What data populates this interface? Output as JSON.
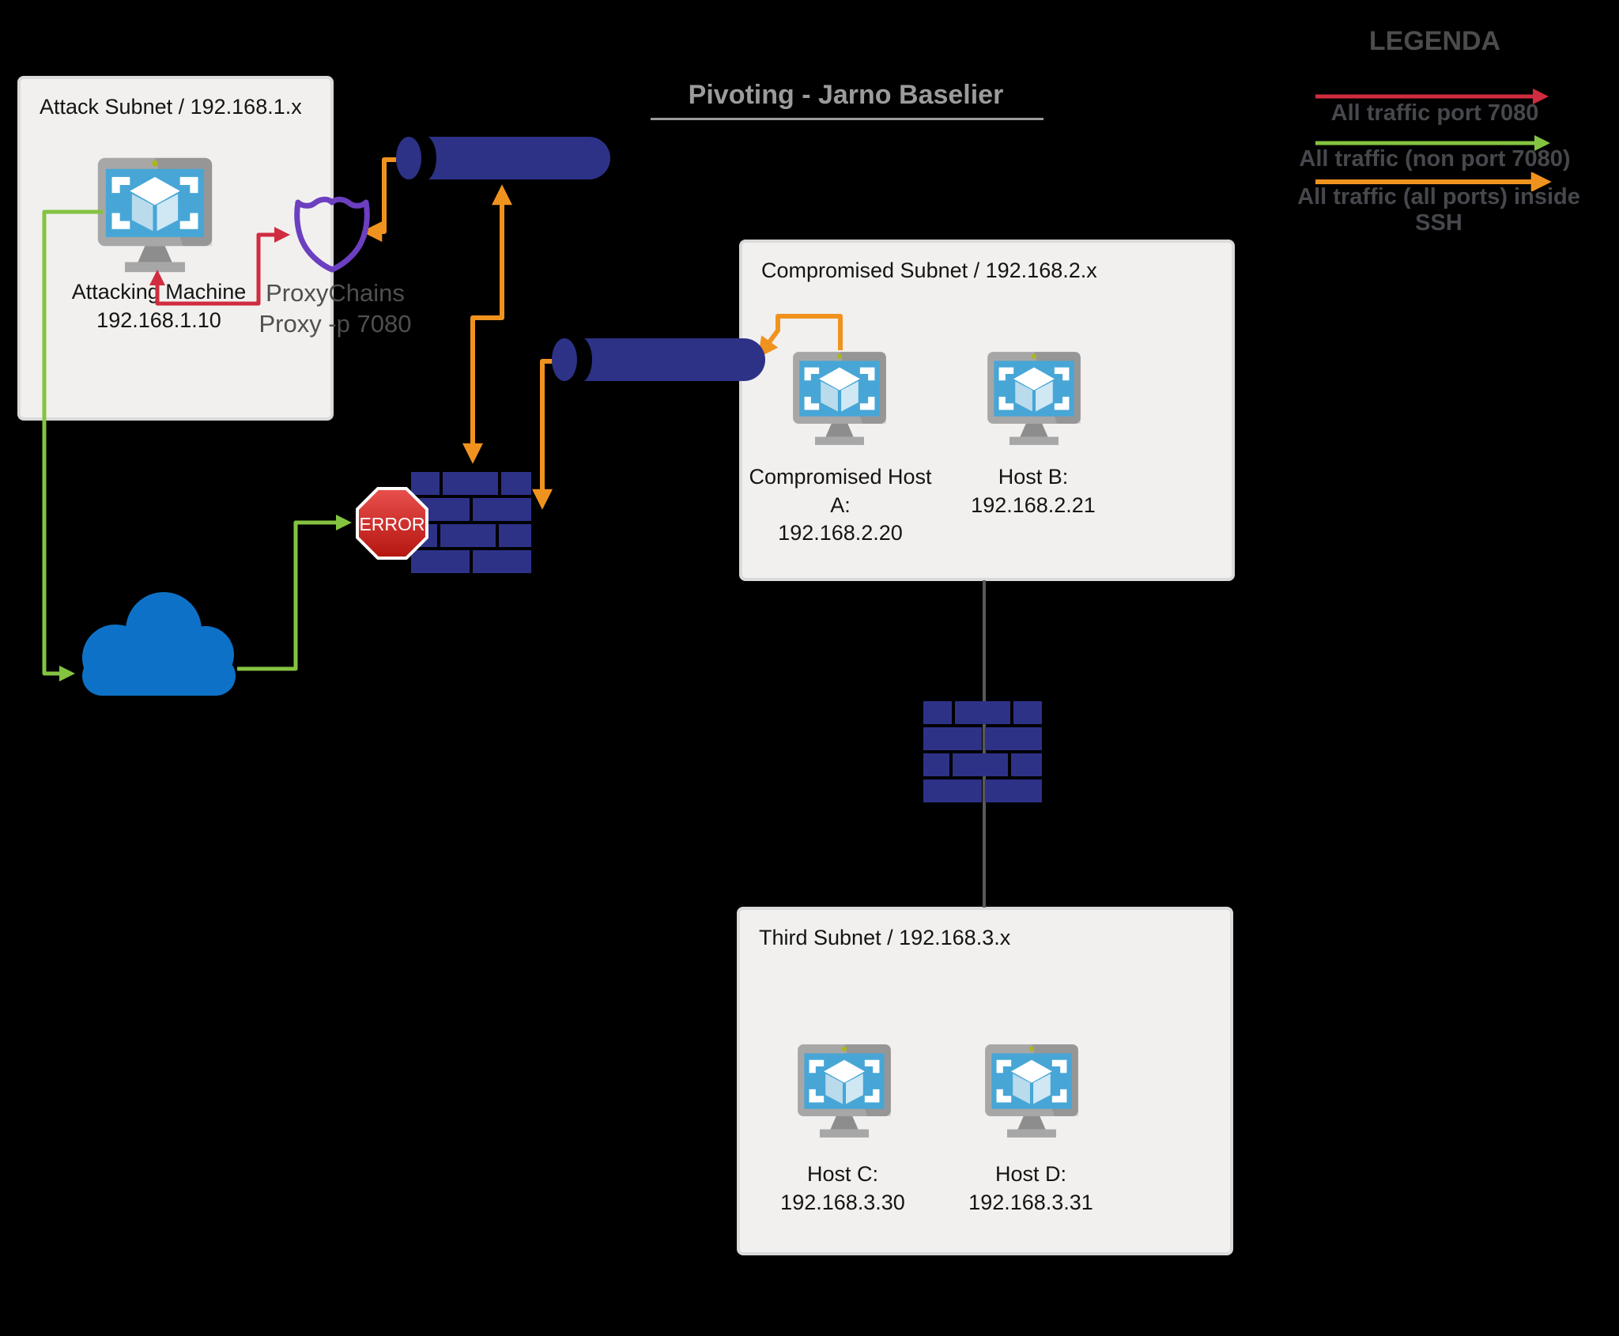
{
  "title": {
    "text": "Pivoting - Jarno Baselier"
  },
  "legend": {
    "heading": "LEGENDA",
    "items": [
      {
        "label": "All traffic port 7080",
        "color": "#d02c3f"
      },
      {
        "label": "All traffic (non port 7080)",
        "color": "#84c341"
      },
      {
        "label": "All traffic (all ports) inside SSH",
        "color": "#f0931e"
      }
    ]
  },
  "subnets": {
    "attack": {
      "label": "Attack Subnet / 192.168.1.x"
    },
    "compromised": {
      "label": "Compromised Subnet / 192.168.2.x"
    },
    "third": {
      "label": "Third Subnet / 192.168.3.x"
    }
  },
  "nodes": {
    "attacking_machine": {
      "name": "Attacking Machine",
      "ip": "192.168.1.10"
    },
    "proxychains": {
      "line1": "ProxyChains",
      "line2": "Proxy -p 7080"
    },
    "host_a": {
      "name": "Compromised Host A:",
      "ip": "192.168.2.20"
    },
    "host_b": {
      "name": "Host B:",
      "ip": "192.168.2.21"
    },
    "host_c": {
      "name": "Host C:",
      "ip": "192.168.3.30"
    },
    "host_d": {
      "name": "Host D:",
      "ip": "192.168.3.31"
    },
    "error_sign": {
      "label": "ERROR"
    }
  },
  "icons": {
    "vm": "vm-monitor-icon",
    "internet": "cloud-icon",
    "proxy": "shield-icon",
    "firewall": "brick-wall-icon",
    "ssh_tunnel": "pipe-icon",
    "blocked": "stop-sign-icon"
  },
  "colors": {
    "traffic_port_7080": "#d02c3f",
    "traffic_non_7080": "#84c341",
    "traffic_inside_ssh": "#f0931e",
    "ssh_tunnel": "#2d3287",
    "firewall": "#2d3287",
    "cloud": "#0d72c7",
    "proxy_shield": "#6b3fc0",
    "error_sign": "#c8201d",
    "subnet_fill": "#f1f0ee"
  }
}
